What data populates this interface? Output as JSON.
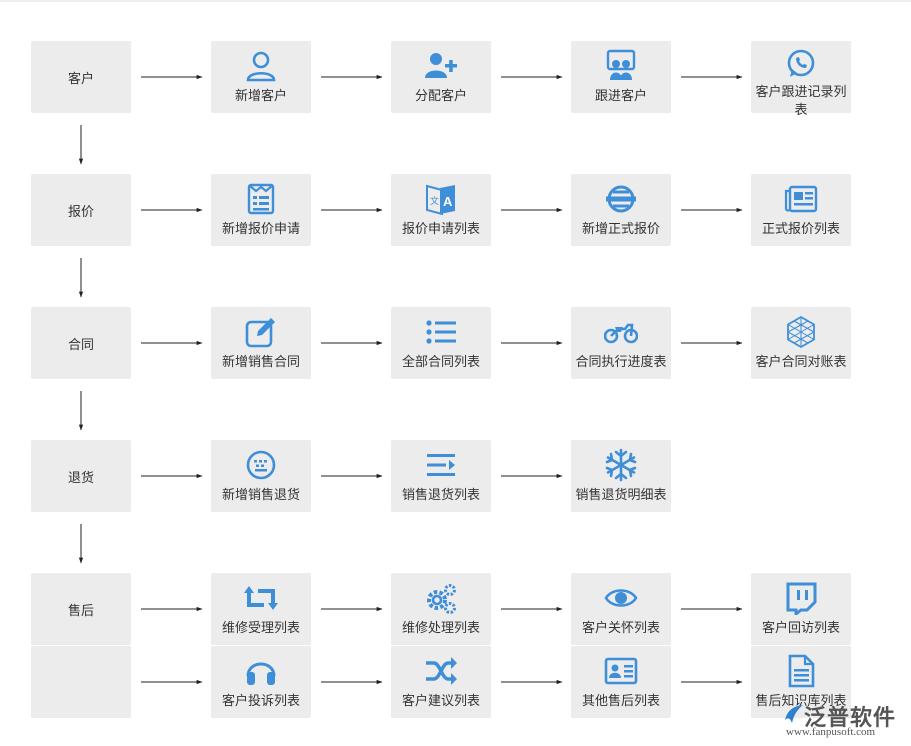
{
  "rows": [
    {
      "category": "客户",
      "items": [
        {
          "label": "新增客户",
          "icon": "user-icon"
        },
        {
          "label": "分配客户",
          "icon": "add-user-icon"
        },
        {
          "label": "跟进客户",
          "icon": "group-board-icon"
        },
        {
          "label": "客户跟进记录列表",
          "icon": "whatsapp-icon"
        }
      ]
    },
    {
      "category": "报价",
      "items": [
        {
          "label": "新增报价申请",
          "icon": "form-list-icon"
        },
        {
          "label": "报价申请列表",
          "icon": "translate-icon"
        },
        {
          "label": "新增正式报价",
          "icon": "circle-bar-icon"
        },
        {
          "label": "正式报价列表",
          "icon": "newspaper-icon"
        }
      ]
    },
    {
      "category": "合同",
      "items": [
        {
          "label": "新增销售合同",
          "icon": "edit-icon"
        },
        {
          "label": "全部合同列表",
          "icon": "list-icon"
        },
        {
          "label": "合同执行进度表",
          "icon": "motorcycle-icon"
        },
        {
          "label": "客户合同对账表",
          "icon": "hexagon-mesh-icon"
        }
      ]
    },
    {
      "category": "退货",
      "items": [
        {
          "label": "新增销售退货",
          "icon": "keyboard-icon"
        },
        {
          "label": "销售退货列表",
          "icon": "indent-icon"
        },
        {
          "label": "销售退货明细表",
          "icon": "snowflake-icon"
        }
      ]
    },
    {
      "category": "售后",
      "items": [
        {
          "label": "维修受理列表",
          "icon": "retweet-icon"
        },
        {
          "label": "维修处理列表",
          "icon": "gears-icon"
        },
        {
          "label": "客户关怀列表",
          "icon": "eye-icon"
        },
        {
          "label": "客户回访列表",
          "icon": "twitch-icon"
        }
      ]
    },
    {
      "category": "",
      "items": [
        {
          "label": "客户投诉列表",
          "icon": "headphones-icon"
        },
        {
          "label": "客户建议列表",
          "icon": "shuffle-icon"
        },
        {
          "label": "其他售后列表",
          "icon": "id-card-icon"
        },
        {
          "label": "售后知识库列表",
          "icon": "document-icon"
        }
      ]
    }
  ],
  "colors": {
    "icon": "#3e8ed8",
    "box": "#ececec",
    "line": "#222222"
  },
  "watermark": {
    "brand": "泛普软件",
    "url": "www.fanpusoft.com"
  }
}
